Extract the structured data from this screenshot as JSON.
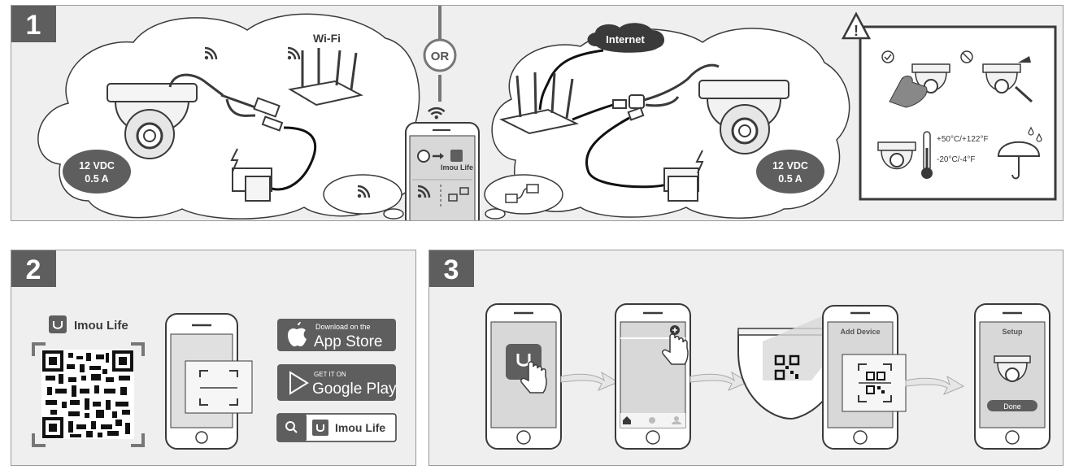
{
  "step1": {
    "number": "1",
    "wifi_label": "Wi-Fi",
    "or_label": "OR",
    "internet_label": "Internet",
    "power_left": [
      "12 VDC",
      "0.5 A"
    ],
    "power_right": [
      "12 VDC",
      "0.5 A"
    ],
    "phone_app_label": "Imou Life",
    "temp_high": "+50°C/+122°F",
    "temp_low": "-20°C/-4°F"
  },
  "step2": {
    "number": "2",
    "brand_label": "Imou Life",
    "appstore_small": "Download on the",
    "appstore_big": "App Store",
    "googleplay_small": "GET IT ON",
    "googleplay_big": "Google Play",
    "search_label": "Imou Life"
  },
  "step3": {
    "number": "3",
    "add_device_title": "Add Device",
    "setup_title": "Setup",
    "done_label": "Done"
  },
  "icons": [
    "wifi-icon",
    "lightning-icon",
    "warning-icon",
    "check-icon",
    "prohibit-icon",
    "thermometer-icon",
    "umbrella-icon",
    "apple-icon",
    "google-play-icon",
    "search-icon",
    "imou-logo-icon",
    "plus-icon",
    "hand-pointer-icon",
    "qr-code-icon",
    "camera-icon",
    "router-icon",
    "power-adapter-icon",
    "home-icon",
    "chat-icon",
    "user-icon"
  ],
  "colors": {
    "panel_bg": "#efefef",
    "badge_bg": "#5e5e5e",
    "dark": "#3a3a3a",
    "cloud_fill": "#ffffff",
    "screen_gray": "#d8d8d8"
  }
}
